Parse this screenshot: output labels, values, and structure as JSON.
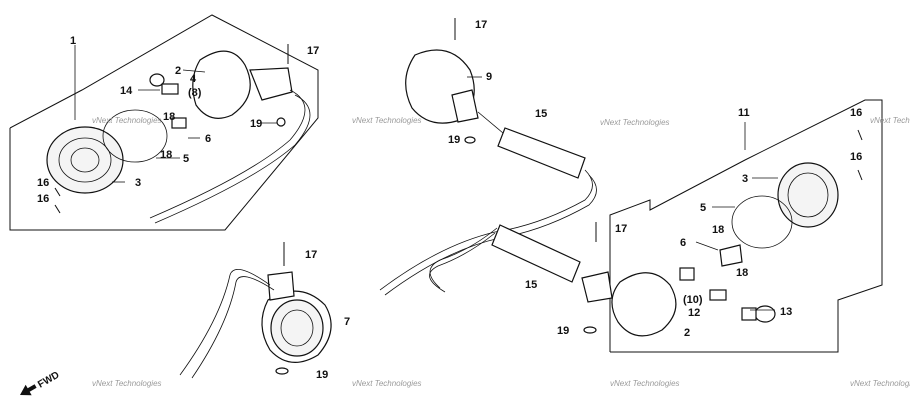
{
  "labels": {
    "l1": "1",
    "l2a": "2",
    "l2b": "2",
    "l3a": "3",
    "l3b": "3",
    "l4": "4",
    "l5a": "5",
    "l5b": "5",
    "l6a": "6",
    "l6b": "6",
    "l7": "7",
    "l8": "(8)",
    "l9": "9",
    "l10": "(10)",
    "l11": "11",
    "l12": "12",
    "l13": "13",
    "l14": "14",
    "l15a": "15",
    "l15b": "15",
    "l16a": "16",
    "l16b": "16",
    "l16c": "16",
    "l16d": "16",
    "l17a": "17",
    "l17b": "17",
    "l17c": "17",
    "l17d": "17",
    "l18a": "18",
    "l18b": "18",
    "l18c": "18",
    "l18d": "18",
    "l19a": "19",
    "l19b": "19",
    "l19c": "19",
    "l19d": "19"
  },
  "fwd_label": "FWD",
  "watermark": "vNext Technologies"
}
